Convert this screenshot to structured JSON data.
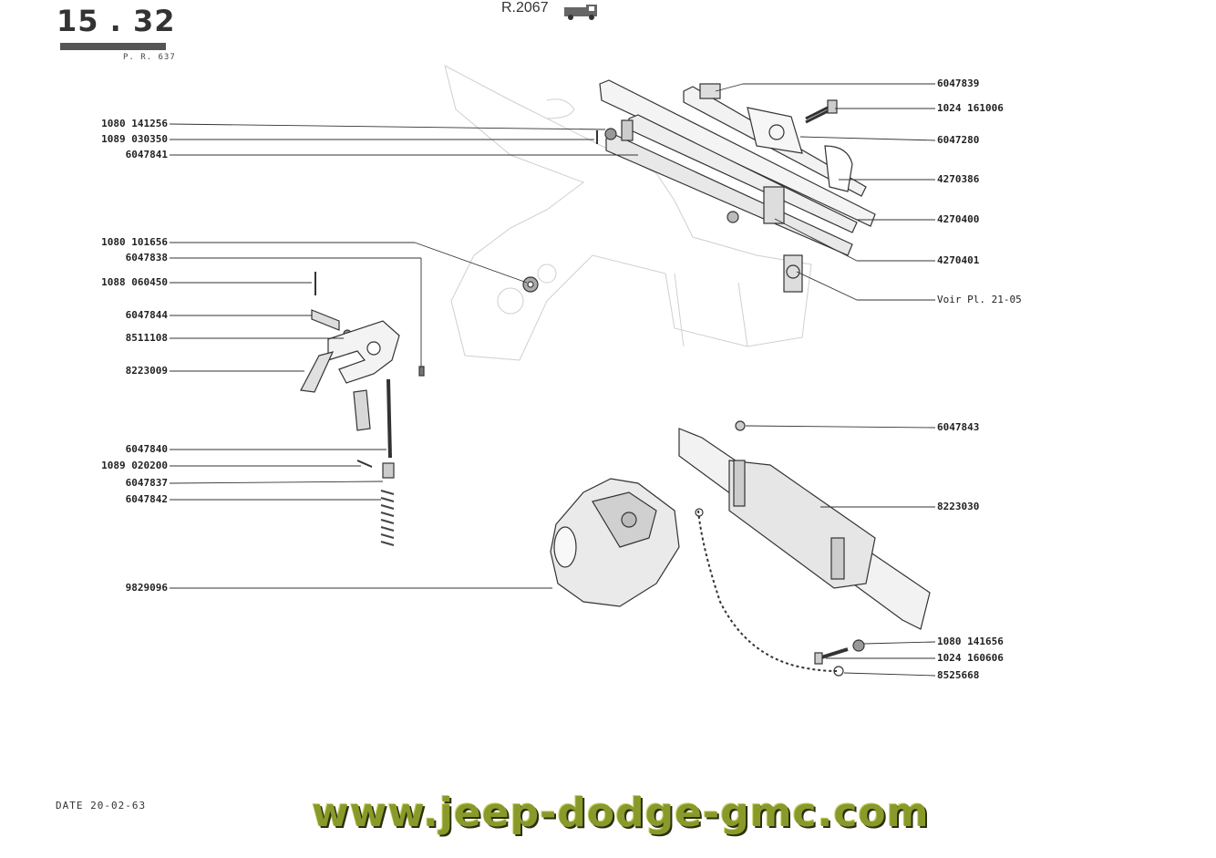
{
  "header": {
    "page_number": "15 . 32",
    "plate_ref": "P. R. 637",
    "model": "R.2067",
    "model_icon": "truck-icon"
  },
  "footer": {
    "date": "DATE  20-02-63",
    "watermark": "www.jeep-dodge-gmc.com"
  },
  "callouts_left": [
    "1080 141256",
    "1089 030350",
    "6047841",
    "1080 101656",
    "6047838",
    "1088 060450",
    "6047844",
    "8511108",
    "8223009",
    "6047840",
    "1089 020200",
    "6047837",
    "6047842",
    "9829096"
  ],
  "callouts_right": [
    "6047839",
    "1024 161006",
    "6047280",
    "4270386",
    "4270400",
    "4270401",
    "Voir Pl.  21-05",
    "6047843",
    "8223030",
    "1080 141656",
    "1024 160606",
    "8525668"
  ]
}
